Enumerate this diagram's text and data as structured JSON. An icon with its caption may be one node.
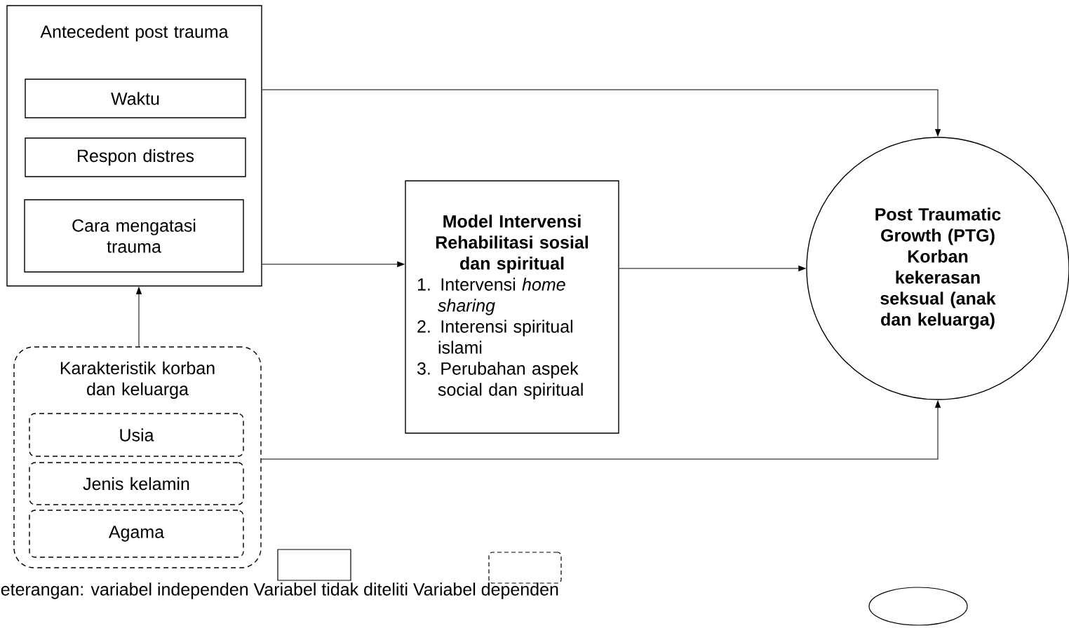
{
  "diagram": {
    "nodes": [
      {
        "text": [
          "Antecedent post trauma"
        ]
      },
      {
        "text": [
          "Waktu"
        ],
        "in": 0
      },
      {
        "text": [
          "Respon distres"
        ],
        "in": 0
      },
      {
        "text": [
          "Cara mengatasi trauma"
        ],
        "in": 0
      },
      {
        "text": [
          "Model Intervensi Rehabilitasi sosial dan spiritual",
          "1. Intervensi *home sharing*",
          "2. Interensi spiritual islami",
          "3. Perubahan aspek social dan spiritual"
        ]
      },
      {
        "text": [
          "Post Traumatic Growth (PTG) Korban kekerasan seksual (anak dan keluarga)"
        ]
      },
      {
        "text": [
          "Karakteristik korban dan keluarga"
        ]
      },
      {
        "text": [
          "Usia"
        ],
        "in": 6
      },
      {
        "text": [
          "Jenis kelamin"
        ],
        "in": 6
      },
      {
        "text": [
          "Agama"
        ],
        "in": 6
      },
      {
        "text": [],
        "shape": "box"
      },
      {
        "text": [],
        "shape": "box"
      },
      {
        "text": [],
        "shape": "ellipse"
      }
    ],
    "edges": [
      {
        "from": 0,
        "to": 5,
        "arrow": "to"
      },
      {
        "from": 0,
        "to": 4,
        "arrow": "to"
      },
      {
        "from": 4,
        "to": 5,
        "arrow": "to"
      },
      {
        "from": 6,
        "to": 0,
        "arrow": "to"
      },
      {
        "from": 6,
        "to": 5,
        "arrow": "to"
      }
    ],
    "labels": [
      "eterangan: variabel independen Variabel tidak diteliti Variabel dependen"
    ]
  }
}
